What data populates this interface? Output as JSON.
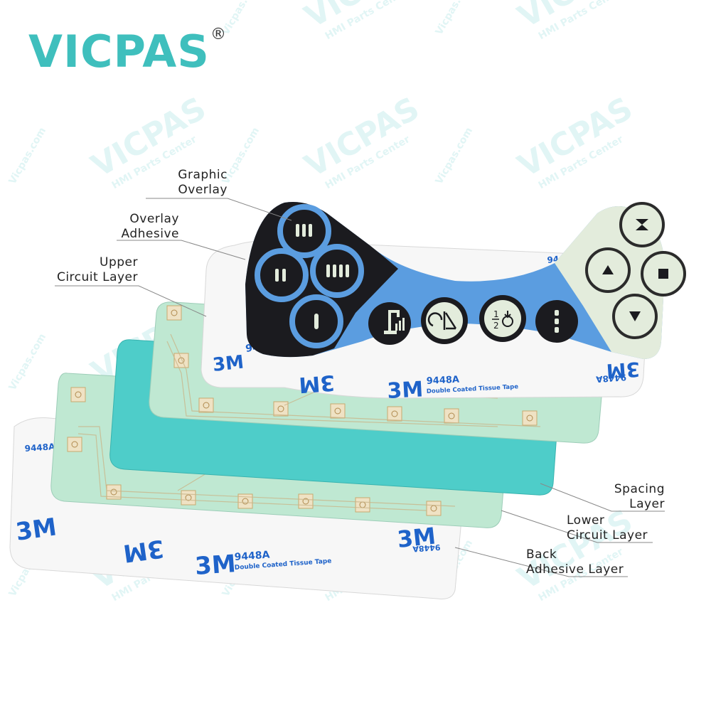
{
  "brand": {
    "name": "VICPAS",
    "registered": "®"
  },
  "watermark": {
    "brand": "VICPAS",
    "site": "Vicpas.com",
    "tagline": "HMI Parts Center"
  },
  "tape": {
    "maker": "3M",
    "model": "9448A",
    "desc": "Double Coated Tissue Tape"
  },
  "labels": {
    "graphic_overlay": [
      "Graphic",
      "Overlay"
    ],
    "overlay_adhesive": [
      "Overlay",
      "Adhesive"
    ],
    "upper_circuit": [
      "Upper",
      "Circuit Layer"
    ],
    "spacing_layer": [
      "Spacing",
      "Layer"
    ],
    "lower_circuit": [
      "Lower",
      "Circuit Layer"
    ],
    "back_adhesive": [
      "Back",
      "Adhesive Layer"
    ]
  },
  "colors": {
    "brand": "#3fbfbd",
    "overlay_dark": "#1b1b1f",
    "overlay_blue": "#5b9de0",
    "overlay_pale": "#e3ecdc",
    "spacer": "#4ecdc9",
    "circuit": "#bfe8d2",
    "tape_blue": "#1f63c9"
  },
  "keys_left": [
    "key-three-bars",
    "key-two-bars",
    "key-four-bars",
    "key-one-bar"
  ],
  "keys_middle": [
    "robot-icon",
    "rotate-axis-icon",
    "half-speed-icon",
    "vertical-dots-icon"
  ],
  "keys_right": [
    "jog-up-icon",
    "jog-left-up-icon",
    "stop-square-icon",
    "jog-down-icon"
  ]
}
